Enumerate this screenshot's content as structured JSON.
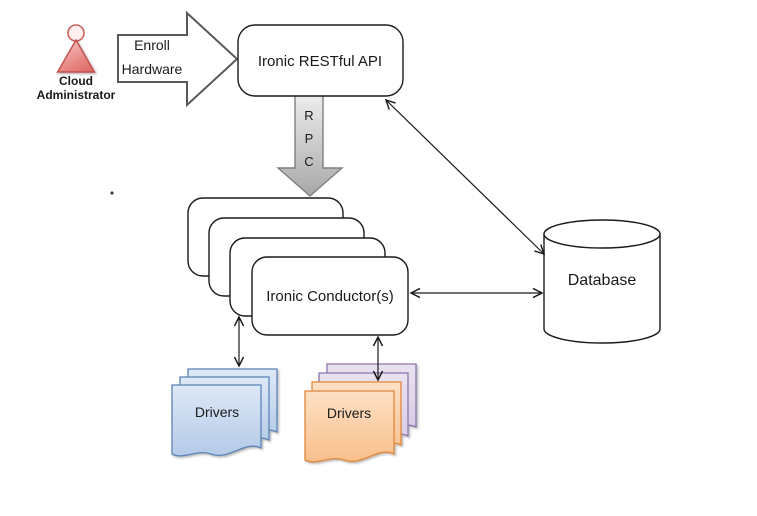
{
  "actor": {
    "line1": "Cloud",
    "line2": "Administrator"
  },
  "enroll_arrow": {
    "line1": "Enroll",
    "line2": "Hardware"
  },
  "api_box": {
    "label": "Ironic RESTful API"
  },
  "rpc_arrow": {
    "letters": [
      "R",
      "P",
      "C"
    ]
  },
  "conductors": {
    "label": "Ironic Conductor(s)",
    "stack_count": 4
  },
  "database": {
    "label": "Database"
  },
  "drivers_left": {
    "label": "Drivers",
    "stack_count": 3,
    "theme": "blue"
  },
  "drivers_right": {
    "label": "Drivers",
    "stack_count": 4,
    "front_theme": "orange",
    "back_theme": "purple"
  },
  "colors": {
    "actor_red": "#c0504d",
    "enroll_outline_gray": "#595959",
    "rpc_fill_gray": "#bfbfbf",
    "box_stroke": "#1a1a1a",
    "drivers_blue_border": "#5d83b5",
    "drivers_blue_fill": "#c8d8ef",
    "drivers_orange_border": "#e0873a",
    "drivers_orange_fill": "#fbd0a5",
    "drivers_purple_border": "#8f76ac",
    "drivers_purple_fill": "#ded3e9"
  }
}
